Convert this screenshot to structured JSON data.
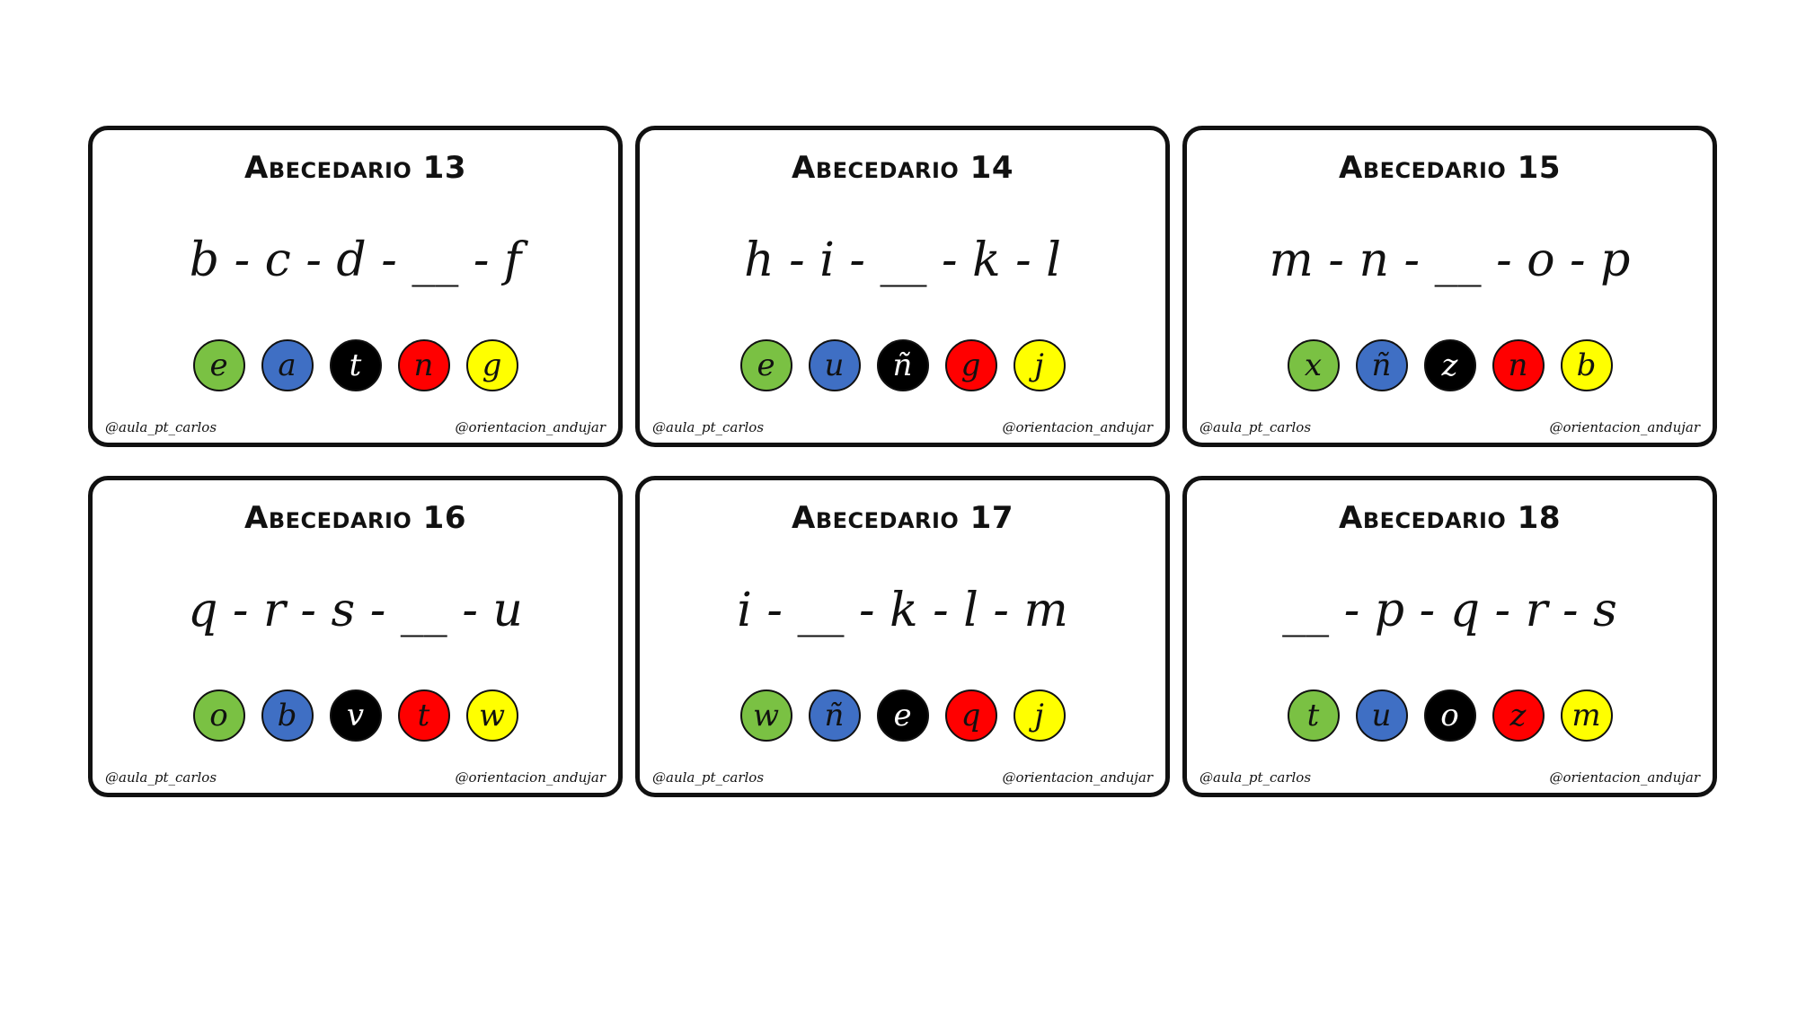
{
  "palette": {
    "green": "#7ac143",
    "blue": "#3f6fc4",
    "black": "#000000",
    "red": "#ff0000",
    "yellow": "#ffff00",
    "border": "#111111"
  },
  "cards": [
    {
      "title": "Abecedario 13",
      "sequence": "b - c - d - __ - f",
      "options": [
        {
          "letter": "e",
          "color": "green"
        },
        {
          "letter": "a",
          "color": "blue"
        },
        {
          "letter": "t",
          "color": "black"
        },
        {
          "letter": "n",
          "color": "red"
        },
        {
          "letter": "g",
          "color": "yellow"
        }
      ],
      "credit_left": "@aula_pt_carlos",
      "credit_right": "@orientacion_andujar"
    },
    {
      "title": "Abecedario 14",
      "sequence": "h - i - __ - k - l",
      "options": [
        {
          "letter": "e",
          "color": "green"
        },
        {
          "letter": "u",
          "color": "blue"
        },
        {
          "letter": "ñ",
          "color": "black"
        },
        {
          "letter": "g",
          "color": "red"
        },
        {
          "letter": "j",
          "color": "yellow"
        }
      ],
      "credit_left": "@aula_pt_carlos",
      "credit_right": "@orientacion_andujar"
    },
    {
      "title": "Abecedario 15",
      "sequence": "m - n - __ - o - p",
      "options": [
        {
          "letter": "x",
          "color": "green"
        },
        {
          "letter": "ñ",
          "color": "blue"
        },
        {
          "letter": "z",
          "color": "black"
        },
        {
          "letter": "n",
          "color": "red"
        },
        {
          "letter": "b",
          "color": "yellow"
        }
      ],
      "credit_left": "@aula_pt_carlos",
      "credit_right": "@orientacion_andujar"
    },
    {
      "title": "Abecedario 16",
      "sequence": "q - r - s - __ - u",
      "options": [
        {
          "letter": "o",
          "color": "green"
        },
        {
          "letter": "b",
          "color": "blue"
        },
        {
          "letter": "v",
          "color": "black"
        },
        {
          "letter": "t",
          "color": "red"
        },
        {
          "letter": "w",
          "color": "yellow"
        }
      ],
      "credit_left": "@aula_pt_carlos",
      "credit_right": "@orientacion_andujar"
    },
    {
      "title": "Abecedario 17",
      "sequence": "i - __ - k - l - m",
      "options": [
        {
          "letter": "w",
          "color": "green"
        },
        {
          "letter": "ñ",
          "color": "blue"
        },
        {
          "letter": "e",
          "color": "black"
        },
        {
          "letter": "q",
          "color": "red"
        },
        {
          "letter": "j",
          "color": "yellow"
        }
      ],
      "credit_left": "@aula_pt_carlos",
      "credit_right": "@orientacion_andujar"
    },
    {
      "title": "Abecedario 18",
      "sequence": "__ - p - q - r - s",
      "options": [
        {
          "letter": "t",
          "color": "green"
        },
        {
          "letter": "u",
          "color": "blue"
        },
        {
          "letter": "o",
          "color": "black"
        },
        {
          "letter": "z",
          "color": "red"
        },
        {
          "letter": "m",
          "color": "yellow"
        }
      ],
      "credit_left": "@aula_pt_carlos",
      "credit_right": "@orientacion_andujar"
    }
  ]
}
